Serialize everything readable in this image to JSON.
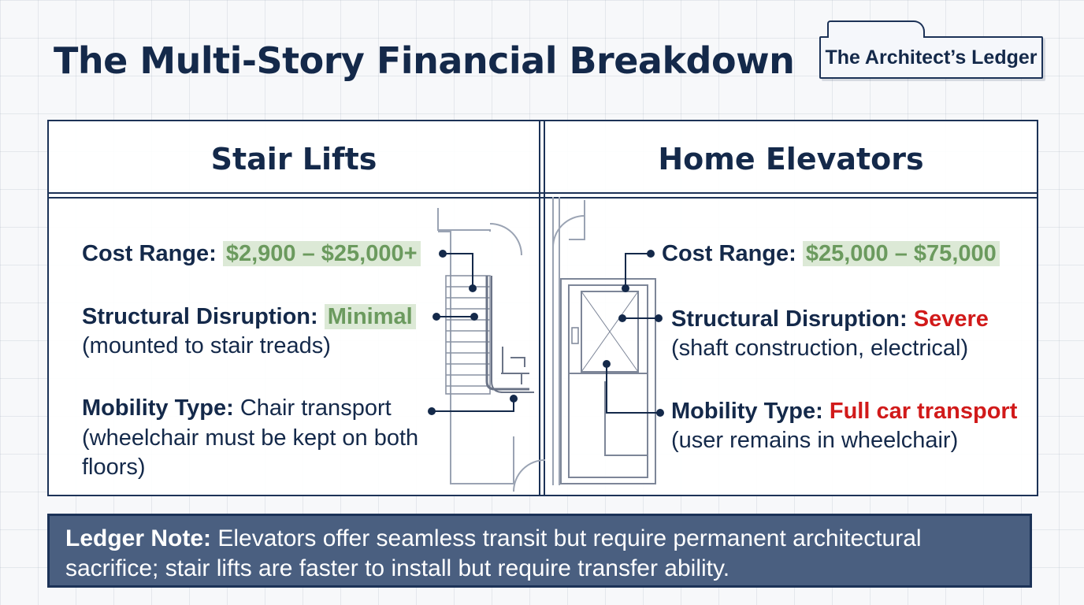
{
  "title": "The Multi-Story Financial Breakdown",
  "tab_label": "The Architect’s Ledger",
  "left": {
    "heading": "Stair Lifts",
    "cost_label": "Cost Range:",
    "cost_value": "$2,900 – $25,000+",
    "disruption_label": "Structural Disruption:",
    "disruption_value": "Minimal",
    "disruption_detail": "(mounted to stair treads)",
    "mobility_label": "Mobility Type:",
    "mobility_value": "Chair transport",
    "mobility_detail_1": "(wheelchair must be kept on both",
    "mobility_detail_2": "floors)"
  },
  "right": {
    "heading": "Home Elevators",
    "cost_label": "Cost Range:",
    "cost_value": "$25,000 – $75,000",
    "disruption_label": "Structural Disruption:",
    "disruption_value": "Severe",
    "disruption_detail": "(shaft construction, electrical)",
    "mobility_label": "Mobility Type:",
    "mobility_value": "Full car transport",
    "mobility_detail": "(user remains in wheelchair)"
  },
  "note": {
    "label": "Ledger Note:",
    "text_1": " Elevators offer seamless transit but require permanent architectural",
    "text_2": "sacrifice; stair lifts are faster to install but require transfer ability."
  },
  "colors": {
    "navy": "#14294a",
    "green_highlight": "#dce9d6",
    "green_text": "#6b9a5e",
    "red_text": "#d11a1a",
    "note_bg": "#4a5f80"
  },
  "icons": [
    "staircase-icon",
    "stair-lift-chair-icon",
    "elevator-shaft-icon",
    "elevator-call-button-icon"
  ]
}
